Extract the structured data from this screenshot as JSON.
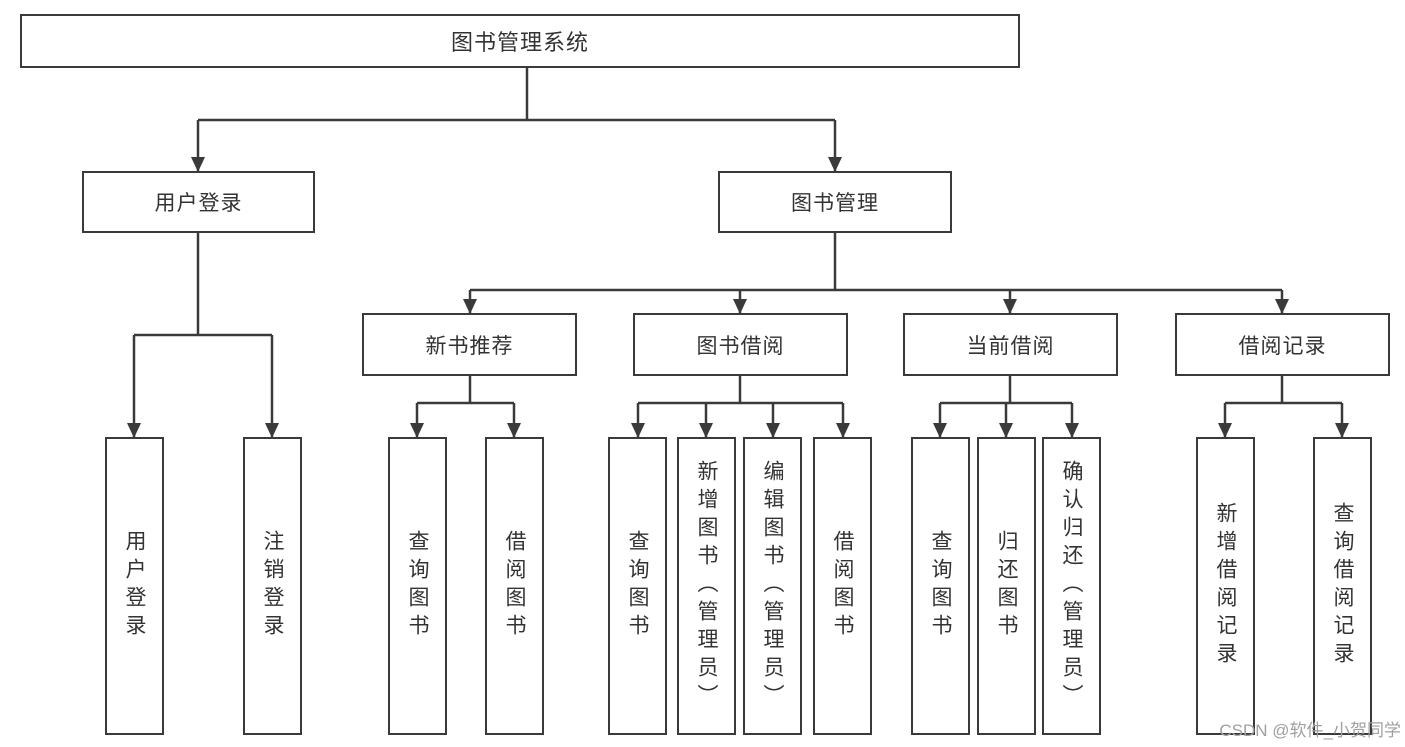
{
  "diagram": {
    "root": {
      "label": "图书管理系统"
    },
    "branches": [
      {
        "label": "用户登录",
        "children": [
          {
            "label": "用户登录"
          },
          {
            "label": "注销登录"
          }
        ]
      },
      {
        "label": "图书管理",
        "children": [
          {
            "label": "新书推荐",
            "children": [
              {
                "label": "查询图书"
              },
              {
                "label": "借阅图书"
              }
            ]
          },
          {
            "label": "图书借阅",
            "children": [
              {
                "label": "查询图书"
              },
              {
                "label": "新增图书（管理员）"
              },
              {
                "label": "编辑图书（管理员）"
              },
              {
                "label": "借阅图书"
              }
            ]
          },
          {
            "label": "当前借阅",
            "children": [
              {
                "label": "查询图书"
              },
              {
                "label": "归还图书"
              },
              {
                "label": "确认归还（管理员）"
              }
            ]
          },
          {
            "label": "借阅记录",
            "children": [
              {
                "label": "新增借阅记录"
              },
              {
                "label": "查询借阅记录"
              }
            ]
          }
        ]
      }
    ]
  },
  "watermark": {
    "text": "CSDN @软件_小贺同学"
  },
  "colors": {
    "line": "#3a3a3a",
    "box_border": "#3a3a3a",
    "box_fill": "#ffffff",
    "text": "#333333",
    "watermark": "#a0a0a0"
  }
}
